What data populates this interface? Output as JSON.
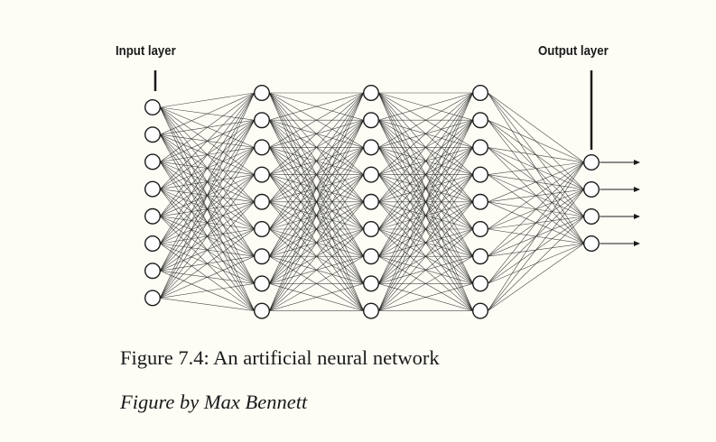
{
  "figure": {
    "input_label": "Input layer",
    "output_label": "Output layer",
    "caption": "Figure 7.4: An artificial neural network",
    "credit": "Figure by Max Bennett"
  },
  "network": {
    "layers": [
      {
        "role": "input",
        "nodes": 8
      },
      {
        "role": "hidden",
        "nodes": 9
      },
      {
        "role": "hidden",
        "nodes": 9
      },
      {
        "role": "hidden",
        "nodes": 9
      },
      {
        "role": "output",
        "nodes": 4
      }
    ],
    "connectivity": "fully-connected",
    "output_arrows": true,
    "colors": {
      "background": "#fdfcf5",
      "stroke": "#1a1a1a",
      "node_fill": "#ffffff"
    }
  }
}
